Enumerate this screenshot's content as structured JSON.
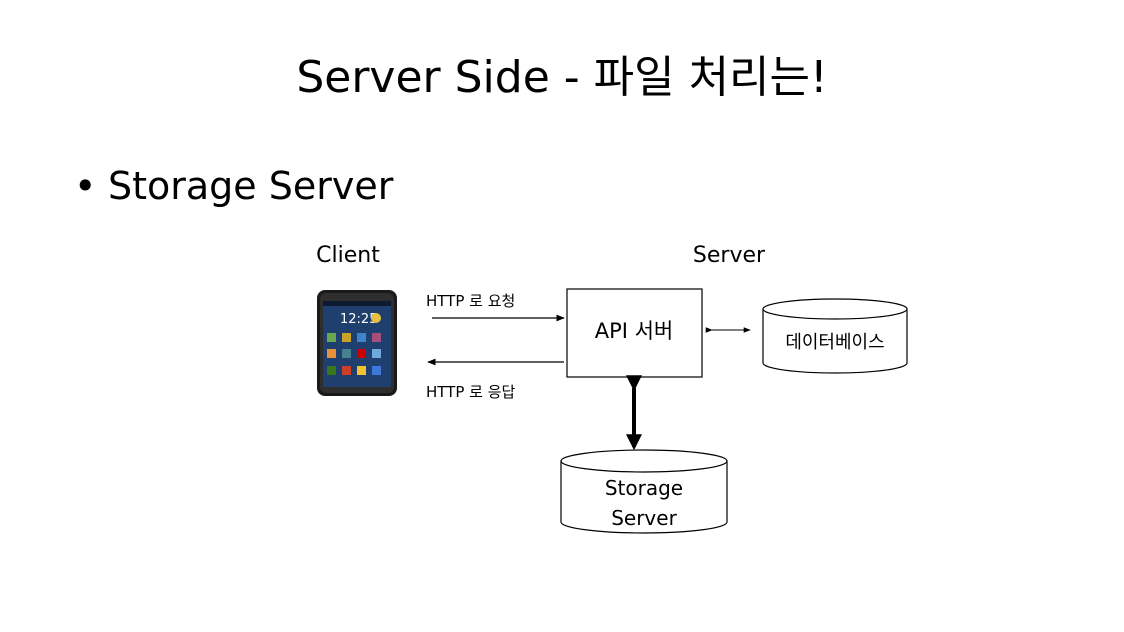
{
  "slide": {
    "title": "Server Side - 파일 처리는!",
    "bullet": "Storage Server"
  },
  "diagram": {
    "client_label": "Client",
    "server_label": "Server",
    "request_label": "HTTP 로 요청",
    "response_label": "HTTP 로 응답",
    "api_box_label": "API 서버",
    "database_label": "데이터베이스",
    "storage_label_line1": "Storage",
    "storage_label_line2": "Server",
    "phone_clock": "12:25"
  }
}
